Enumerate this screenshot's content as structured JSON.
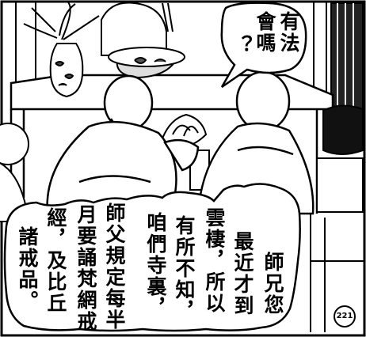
{
  "top_bubble": {
    "lines": [
      "有法",
      "會嗎",
      "？"
    ]
  },
  "bottom_bubble": {
    "lines": [
      "師兄您",
      "最近才到",
      "雲棲，所以",
      "有所不知，",
      "咱們寺裏，",
      "師父規定每半",
      "月要誦梵網戒",
      "經，及比丘",
      "諸戒品。"
    ]
  },
  "page_number": "221"
}
